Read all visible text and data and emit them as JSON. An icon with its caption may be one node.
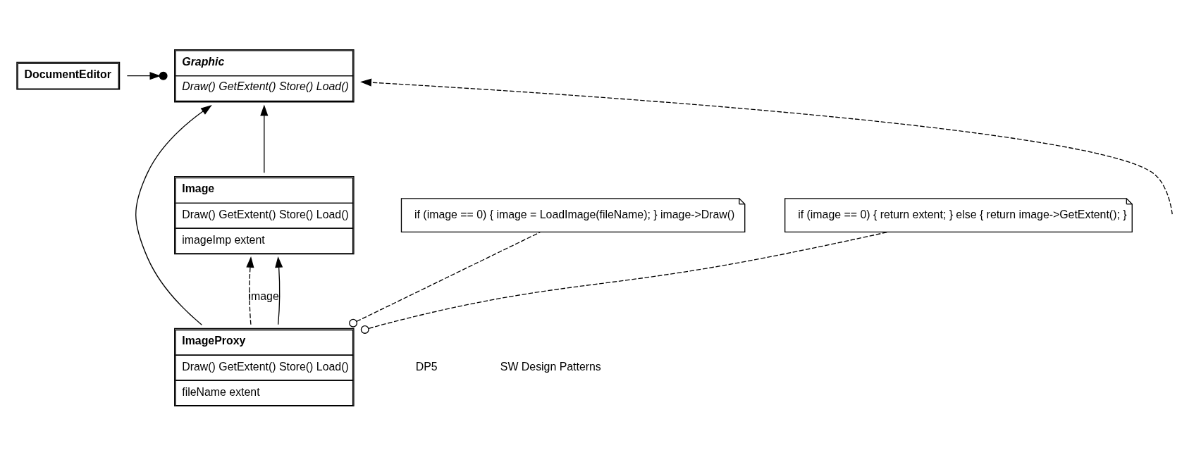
{
  "diagram": {
    "nodes": [
      {
        "text": [
          "DocumentEditor"
        ]
      },
      {
        "text": [
          "Graphic",
          "Draw() GetExtent() Store() Load()"
        ]
      },
      {
        "text": [
          "Image",
          "Draw() GetExtent() Store() Load()",
          "imageImp extent"
        ]
      },
      {
        "text": [
          "ImageProxy",
          "Draw() GetExtent() Store() Load()",
          "fileName extent"
        ]
      },
      {
        "text": [
          "if (image == 0) { image = LoadImage(fileName); } image->Draw()"
        ]
      },
      {
        "text": [
          "if (image == 0) { return extent; } else { return image->GetExtent(); }"
        ]
      }
    ],
    "edges": [
      {
        "from": 0,
        "to": 1,
        "arrow": "to"
      },
      {
        "from": 2,
        "to": 1,
        "arrow": "to"
      },
      {
        "from": 3,
        "to": 1,
        "arrow": "to"
      },
      {
        "from": null,
        "to": 1,
        "arrow": "to",
        "style": "dashed"
      },
      {
        "from": 3,
        "to": 2,
        "arrow": "to",
        "style": "dashed"
      },
      {
        "from": 3,
        "to": 2,
        "arrow": "to",
        "label": "image"
      },
      {
        "from": 3,
        "to": 4,
        "arrow": "other",
        "style": "dashed"
      },
      {
        "from": 3,
        "to": 5,
        "arrow": "other",
        "style": "dashed"
      }
    ],
    "labels": [
      "DP5",
      "SW Design Patterns"
    ]
  }
}
